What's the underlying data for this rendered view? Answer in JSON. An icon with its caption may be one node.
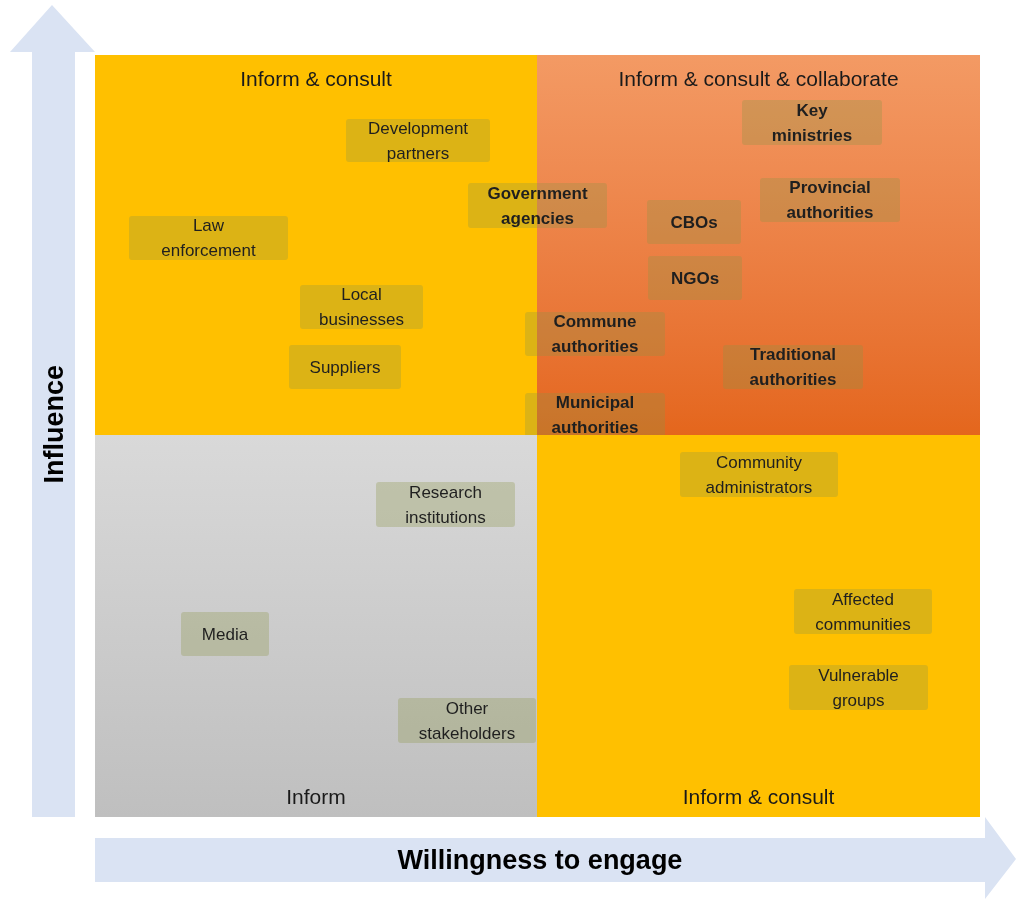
{
  "diagram": {
    "nodes": [
      {
        "text": [
          "Inform & consult"
        ]
      },
      {
        "text": [
          "Development partners"
        ],
        "in": 0
      },
      {
        "text": [
          "Law enforcement"
        ],
        "in": 0
      },
      {
        "text": [
          "Local businesses"
        ],
        "in": 0
      },
      {
        "text": [
          "Suppliers"
        ],
        "in": 0
      },
      {
        "text": [
          "Inform & consult & collaborate"
        ]
      },
      {
        "text": [
          "Key ministries"
        ],
        "in": 5
      },
      {
        "text": [
          "Provincial authorities"
        ],
        "in": 5
      },
      {
        "text": [
          "CBOs"
        ],
        "in": 5
      },
      {
        "text": [
          "NGOs"
        ],
        "in": 5
      },
      {
        "text": [
          "Traditional authorities"
        ],
        "in": 5
      },
      {
        "text": [
          "Government agencies"
        ]
      },
      {
        "text": [
          "Commune authorities"
        ]
      },
      {
        "text": [
          "Municipal authorities"
        ]
      },
      {
        "text": [
          "Inform"
        ]
      },
      {
        "text": [
          "Research institutions"
        ],
        "in": 14
      },
      {
        "text": [
          "Media"
        ],
        "in": 14
      },
      {
        "text": [
          "Other stakeholders"
        ],
        "in": 14
      },
      {
        "text": [
          "Inform & consult"
        ]
      },
      {
        "text": [
          "Community administrators"
        ],
        "in": 18
      },
      {
        "text": [
          "Affected communities"
        ],
        "in": 18
      },
      {
        "text": [
          "Vulnerable groups"
        ],
        "in": 18
      }
    ],
    "labels": [
      "Influence",
      "Willingness to engage"
    ]
  }
}
